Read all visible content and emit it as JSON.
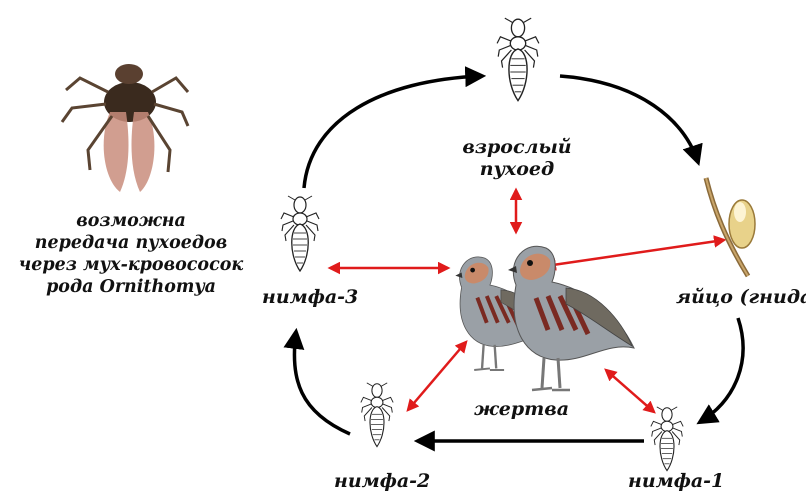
{
  "stages": {
    "adult": "взрослый",
    "adult_line2": "пухоед",
    "egg": "яйцо (гнида)",
    "nymph1": "нимфа-1",
    "nymph2": "нимфа-2",
    "nymph3": "нимфа-3",
    "host": "жертва"
  },
  "note": {
    "line1": "возможна",
    "line2": "передача пухоедов",
    "line3": "через мух-кровососок",
    "line4": "рода Ornithomya"
  },
  "colors": {
    "cycle_arrow": "#000000",
    "host_arrow": "#e01b1b"
  },
  "icons": [
    "fly-image",
    "louse-adult-icon",
    "nit-on-feather-icon",
    "louse-nymph-icon",
    "partridge-image"
  ]
}
